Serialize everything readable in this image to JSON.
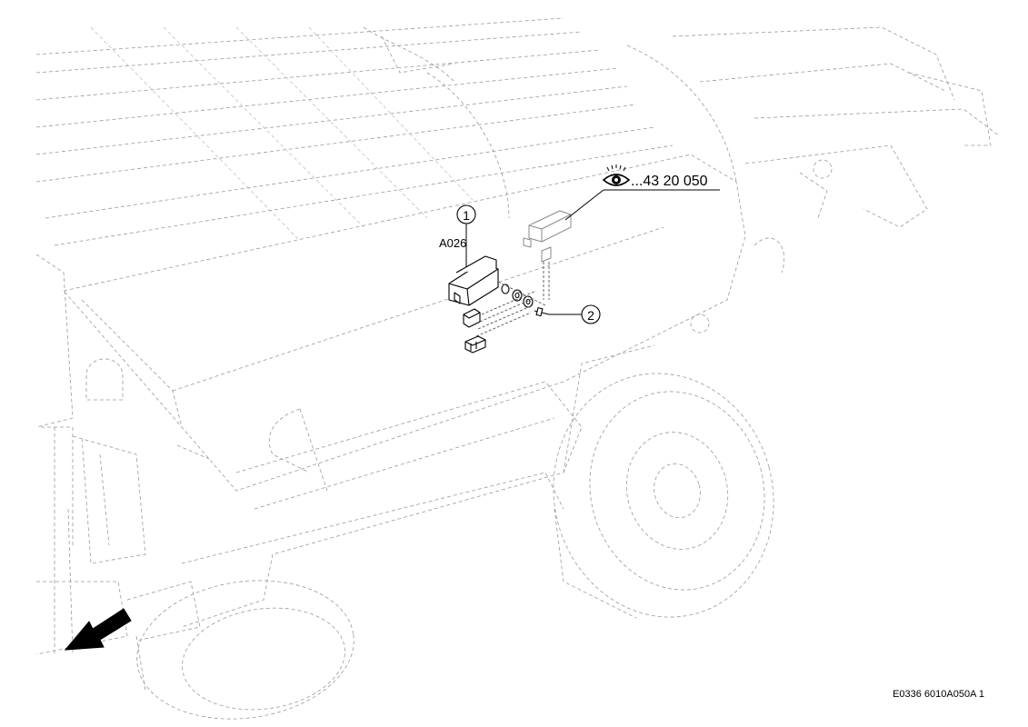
{
  "callouts": [
    {
      "number": "1",
      "code": "A026"
    },
    {
      "number": "2"
    }
  ],
  "reference": {
    "icon": "eye-icon",
    "text": "...43 20 050"
  },
  "figure_id": "E0336 6010A050A 1",
  "direction_arrow": {
    "icon": "direction-arrow-icon"
  }
}
